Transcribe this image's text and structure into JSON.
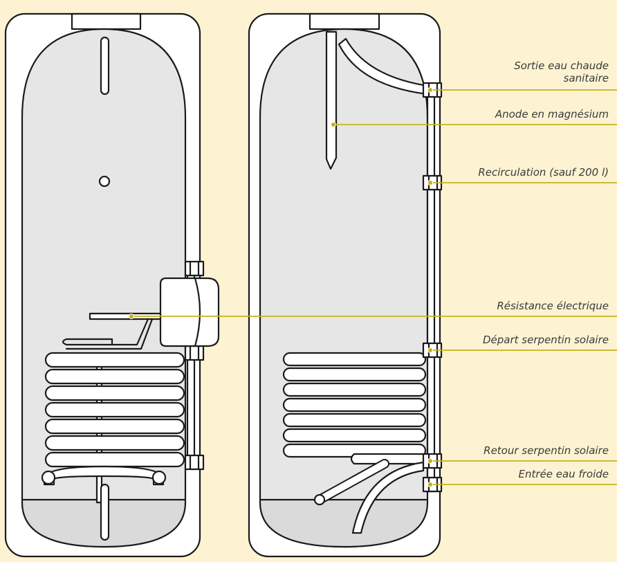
{
  "colors": {
    "background": "#fdf3d2",
    "tank_inner": "#e6e6e6",
    "tank_base": "#dadada",
    "stroke": "#1a1a1a",
    "leader": "#c4b31a",
    "white": "#ffffff"
  },
  "labels": {
    "sortie_line1": "Sortie eau chaude",
    "sortie_line2": "sanitaire",
    "anode": "Anode en magnésium",
    "recirculation": "Recirculation (sauf 200 l)",
    "resistance": "Résistance électrique",
    "depart": "Départ serpentin solaire",
    "retour": "Retour serpentin solaire",
    "entree": "Entrée eau froide"
  }
}
